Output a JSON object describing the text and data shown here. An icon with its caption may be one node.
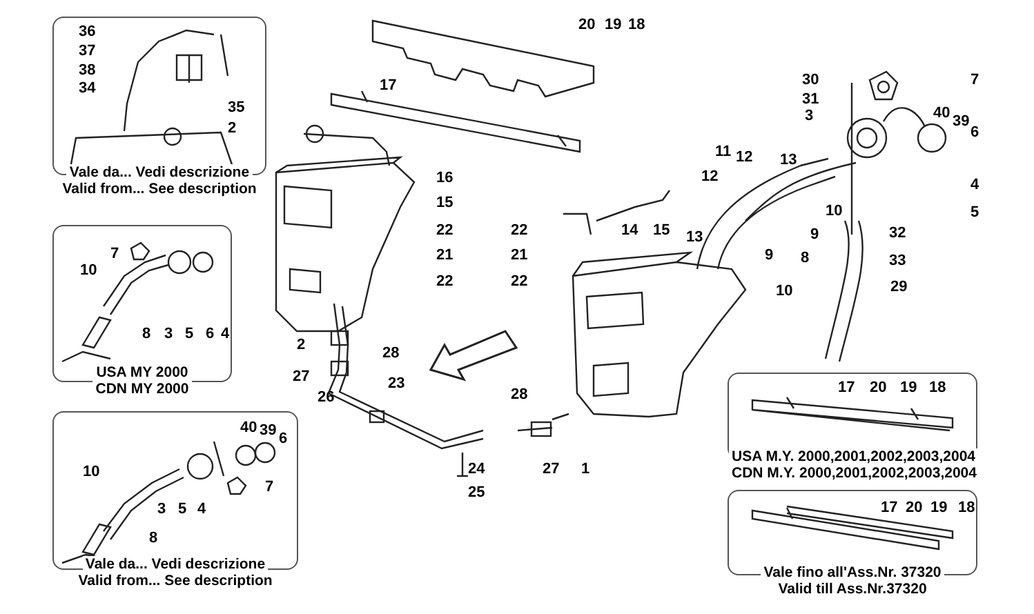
{
  "diagram": {
    "nodes": [
      {
        "text": [
          "Vale da... Vedi descrizione",
          "Valid from... See description"
        ]
      },
      {
        "text": [
          "USA MY 2000",
          "CDN MY 2000"
        ]
      },
      {
        "text": [
          "USA M.Y. 2000,2001,2002,2003,2004",
          "CDN M.Y. 2000,2001,2002,2003,2004"
        ]
      },
      {
        "text": [
          "Vale da... Vedi descrizione",
          "Valid from... See description"
        ]
      },
      {
        "text": [
          "Vale fino all'Ass.Nr. 37320",
          "Valid till Ass.Nr.37320"
        ]
      }
    ],
    "labels": [
      "36",
      "37",
      "38",
      "34",
      "35",
      "2",
      "20",
      "19",
      "18",
      "17",
      "30",
      "31",
      "7",
      "3",
      "40",
      "39",
      "6",
      "16",
      "15",
      "13",
      "11",
      "12",
      "12",
      "4",
      "10",
      "5",
      "22",
      "22",
      "14",
      "15",
      "13",
      "9",
      "32",
      "21",
      "21",
      "9",
      "8",
      "33",
      "22",
      "22",
      "10",
      "29",
      "7",
      "10",
      "8",
      "3",
      "5",
      "6",
      "4",
      "2",
      "28",
      "27",
      "23",
      "26",
      "28",
      "24",
      "27",
      "1",
      "25",
      "17",
      "20",
      "19",
      "18",
      "40",
      "39",
      "6",
      "10",
      "7",
      "3",
      "5",
      "4",
      "8",
      "17",
      "20",
      "19",
      "18"
    ]
  }
}
